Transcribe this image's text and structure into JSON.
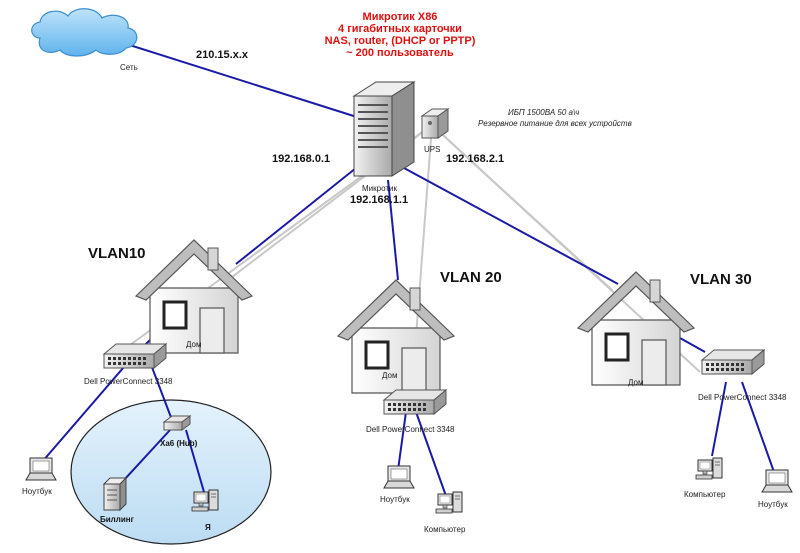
{
  "header": {
    "title_lines": [
      "Микротик X86",
      "4 гигабитных карточки",
      "NAS, router, (DHCP or PPTP)",
      "~ 200 пользователь"
    ],
    "title_color": "#e01010"
  },
  "cloud": {
    "label": "Сеть",
    "ip": "210.15.x.x"
  },
  "server": {
    "label": "Микротик",
    "ip_left": "192.168.0.1",
    "ip_center": "192.168.1.1",
    "ip_right": "192.168.2.1"
  },
  "ups": {
    "label": "UPS",
    "note_line1": "ИБП 1500ВА 50 а\\ч",
    "note_line2": "Резервное питание для всех устройств"
  },
  "vlan10": {
    "title": "VLAN10",
    "house_label": "Дом",
    "switch_label": "Dell PowerConnect 3348",
    "hub_label": "Xa6 (Hub)",
    "laptop_label": "Ноутбук",
    "billing_label": "Биллинг",
    "me_label": "Я"
  },
  "vlan20": {
    "title": "VLAN 20",
    "house_label": "Дом",
    "switch_label": "Dell PowerConnect 3348",
    "laptop_label": "Ноутбук",
    "pc_label": "Компьютер"
  },
  "vlan30": {
    "title": "VLAN 30",
    "house_label": "Дом",
    "switch_label": "Dell PowerConnect 3348",
    "pc_label": "Компьютер",
    "laptop_label": "Ноутбук"
  },
  "colors": {
    "link": "#1a1aa6",
    "backup_link": "#c8c8c8",
    "lan_zone": "#cfe6f7"
  }
}
